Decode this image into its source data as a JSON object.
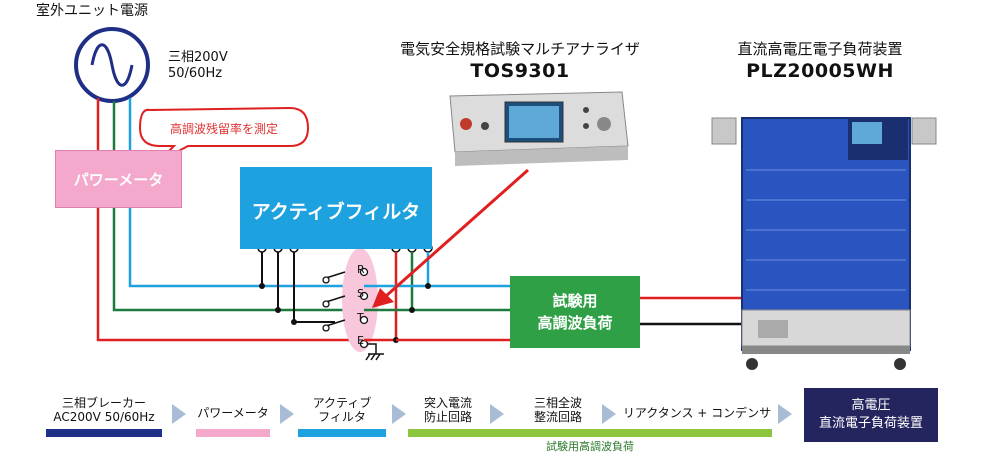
{
  "source": {
    "title": "室外ユニット電源",
    "spec_line1": "三相200V",
    "spec_line2": "50/60Hz"
  },
  "callout": "高調波残留率を測定",
  "power_meter": "パワーメータ",
  "active_filter": "アクティブフィルタ",
  "test_load": {
    "line1": "試験用",
    "line2": "高調波負荷"
  },
  "switch_letters": [
    "R",
    "S",
    "T",
    "E"
  ],
  "products": [
    {
      "name": "電気安全規格試験マルチアナライザ",
      "model": "TOS9301"
    },
    {
      "name": "直流高電圧電子負荷装置",
      "model": "PLZ20005WH"
    }
  ],
  "flow": {
    "steps": [
      {
        "line1": "三相ブレーカー",
        "line2": "AC200V 50/60Hz"
      },
      {
        "line1": "パワーメータ",
        "line2": ""
      },
      {
        "line1": "アクティブ",
        "line2": "フィルタ"
      },
      {
        "line1": "突入電流",
        "line2": "防止回路"
      },
      {
        "line1": "三相全波",
        "line2": "整流回路"
      },
      {
        "line1": "リアクタンス + コンデンサ",
        "line2": ""
      }
    ],
    "bracket_label": "試験用高調波負荷",
    "final": {
      "line1": "高電圧",
      "line2": "直流電子負荷装置"
    }
  },
  "colors": {
    "line_blue": "#1ea2df",
    "line_green": "#1e7a3c",
    "line_red": "#e02020",
    "pink": "#f4a9cc",
    "green_box": "#2fa046",
    "navy": "#24245e",
    "bar_navy": "#1f2f86",
    "bar_green": "#8cc63f",
    "arrow_gray": "#a8bcd6"
  }
}
